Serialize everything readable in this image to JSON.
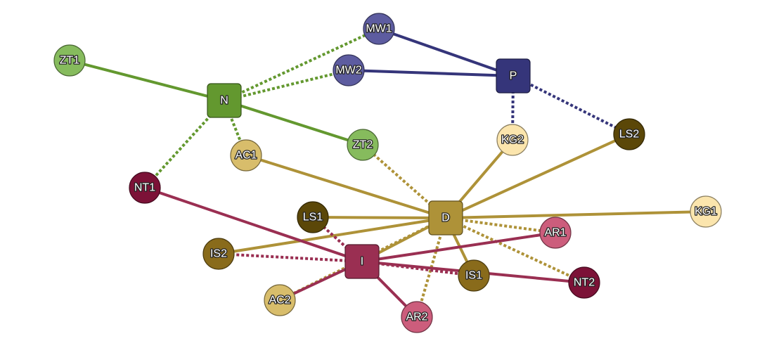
{
  "colors": {
    "N": "#63982f",
    "P": "#35357a",
    "D": "#ae9238",
    "I": "#9a2f52",
    "ZT": "#86bb5d",
    "MW": "#5d5ca0",
    "KG": "#fbe5ad",
    "LS": "#5b4708",
    "AC": "#d8bd6b",
    "NT": "#7c1237",
    "AR": "#cc5d7c",
    "IS": "#896b1b"
  },
  "nodes": [
    {
      "id": "N",
      "label": "N",
      "shape": "square",
      "color": "N"
    },
    {
      "id": "P",
      "label": "P",
      "shape": "square",
      "color": "P"
    },
    {
      "id": "D",
      "label": "D",
      "shape": "square",
      "color": "D"
    },
    {
      "id": "I",
      "label": "I",
      "shape": "square",
      "color": "I"
    },
    {
      "id": "MW1",
      "label": "MW1",
      "shape": "circle",
      "color": "MW"
    },
    {
      "id": "MW2",
      "label": "MW2",
      "shape": "circle",
      "color": "MW"
    },
    {
      "id": "ZT1",
      "label": "ZT1",
      "shape": "circle",
      "color": "ZT"
    },
    {
      "id": "ZT2",
      "label": "ZT2",
      "shape": "circle",
      "color": "ZT"
    },
    {
      "id": "KG2",
      "label": "KG2",
      "shape": "circle",
      "color": "KG"
    },
    {
      "id": "KG1",
      "label": "KG1",
      "shape": "circle",
      "color": "KG"
    },
    {
      "id": "LS2",
      "label": "LS2",
      "shape": "circle",
      "color": "LS"
    },
    {
      "id": "LS1",
      "label": "LS1",
      "shape": "circle",
      "color": "LS"
    },
    {
      "id": "AC1",
      "label": "AC1",
      "shape": "circle",
      "color": "AC"
    },
    {
      "id": "AC2",
      "label": "AC2",
      "shape": "circle",
      "color": "AC"
    },
    {
      "id": "NT1",
      "label": "NT1",
      "shape": "circle",
      "color": "NT"
    },
    {
      "id": "NT2",
      "label": "NT2",
      "shape": "circle",
      "color": "NT"
    },
    {
      "id": "AR1",
      "label": "AR1",
      "shape": "circle",
      "color": "AR"
    },
    {
      "id": "AR2",
      "label": "AR2",
      "shape": "circle",
      "color": "AR"
    },
    {
      "id": "IS1",
      "label": "IS1",
      "shape": "circle",
      "color": "IS"
    },
    {
      "id": "IS2",
      "label": "IS2",
      "shape": "circle",
      "color": "IS"
    }
  ],
  "edges": [
    {
      "from": "N",
      "to": "ZT1",
      "style": "solid",
      "color": "N"
    },
    {
      "from": "N",
      "to": "ZT2",
      "style": "solid",
      "color": "N"
    },
    {
      "from": "N",
      "to": "MW1",
      "style": "dashed",
      "color": "N"
    },
    {
      "from": "N",
      "to": "MW2",
      "style": "dashed",
      "color": "N"
    },
    {
      "from": "N",
      "to": "AC1",
      "style": "dashed",
      "color": "N"
    },
    {
      "from": "N",
      "to": "NT1",
      "style": "dashed",
      "color": "N"
    },
    {
      "from": "P",
      "to": "MW1",
      "style": "solid",
      "color": "P"
    },
    {
      "from": "P",
      "to": "MW2",
      "style": "solid",
      "color": "P"
    },
    {
      "from": "P",
      "to": "KG2",
      "style": "dashed",
      "color": "P"
    },
    {
      "from": "P",
      "to": "LS2",
      "style": "dashed",
      "color": "P"
    },
    {
      "from": "D",
      "to": "AC1",
      "style": "solid",
      "color": "D"
    },
    {
      "from": "D",
      "to": "KG2",
      "style": "solid",
      "color": "D"
    },
    {
      "from": "D",
      "to": "LS2",
      "style": "solid",
      "color": "D"
    },
    {
      "from": "D",
      "to": "KG1",
      "style": "solid",
      "color": "D"
    },
    {
      "from": "D",
      "to": "LS1",
      "style": "solid",
      "color": "D"
    },
    {
      "from": "D",
      "to": "IS2",
      "style": "solid",
      "color": "D"
    },
    {
      "from": "D",
      "to": "IS1",
      "style": "solid",
      "color": "D"
    },
    {
      "from": "D",
      "to": "I",
      "style": "solid",
      "color": "D"
    },
    {
      "from": "D",
      "to": "ZT2",
      "style": "dashed",
      "color": "D"
    },
    {
      "from": "D",
      "to": "AR1",
      "style": "dashed",
      "color": "D"
    },
    {
      "from": "D",
      "to": "NT2",
      "style": "dashed",
      "color": "D"
    },
    {
      "from": "D",
      "to": "AR2",
      "style": "dashed",
      "color": "D"
    },
    {
      "from": "D",
      "to": "AC2",
      "style": "dashed",
      "color": "D"
    },
    {
      "from": "I",
      "to": "NT1",
      "style": "solid",
      "color": "I"
    },
    {
      "from": "I",
      "to": "AR1",
      "style": "solid",
      "color": "I"
    },
    {
      "from": "I",
      "to": "NT2",
      "style": "solid",
      "color": "I"
    },
    {
      "from": "I",
      "to": "AR2",
      "style": "solid",
      "color": "I"
    },
    {
      "from": "I",
      "to": "AC2",
      "style": "solid",
      "color": "I"
    },
    {
      "from": "I",
      "to": "LS1",
      "style": "dashed",
      "color": "I"
    },
    {
      "from": "I",
      "to": "IS2",
      "style": "dashed",
      "color": "I"
    },
    {
      "from": "I",
      "to": "IS1",
      "style": "dashed",
      "color": "I"
    }
  ]
}
